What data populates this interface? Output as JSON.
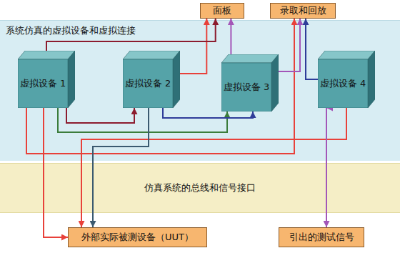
{
  "diagram": {
    "nodes": [
      {
        "text": [
          "面板"
        ]
      },
      {
        "text": [
          "录取和回放"
        ]
      },
      {
        "text": [
          "系统仿真的虚拟设备和虚拟连接"
        ]
      },
      {
        "text": [
          "虚拟设备 1"
        ],
        "in": 2
      },
      {
        "text": [
          "虚拟设备 2"
        ],
        "in": 2
      },
      {
        "text": [
          "虚拟设备 3"
        ],
        "in": 2
      },
      {
        "text": [
          "虚拟设备 4"
        ],
        "in": 2
      },
      {
        "text": [
          "仿真系统的总线和信号接口"
        ]
      },
      {
        "text": [
          "外部实际被测设备（UUT）"
        ]
      },
      {
        "text": [
          "引出的测试信号"
        ]
      }
    ],
    "edges": [
      {
        "from": 3,
        "to": 8,
        "arrow": "to"
      },
      {
        "from": 3,
        "to": 4,
        "arrow": "to"
      },
      {
        "from": 3,
        "to": 5,
        "arrow": "to"
      },
      {
        "from": 4,
        "to": 5,
        "arrow": "to"
      },
      {
        "from": 6,
        "to": 8,
        "arrow": "to"
      },
      {
        "from": 4,
        "to": 0,
        "arrow": "to"
      },
      {
        "from": 5,
        "to": 0,
        "arrow": "to"
      },
      {
        "from": 3,
        "to": 0,
        "arrow": "to"
      },
      {
        "from": 3,
        "to": 1,
        "arrow": "to"
      },
      {
        "from": 5,
        "to": 1,
        "arrow": "to"
      },
      {
        "from": 6,
        "to": 1,
        "arrow": "to"
      },
      {
        "from": 6,
        "to": 9,
        "arrow": "both"
      },
      {
        "from": 4,
        "to": 8,
        "arrow": "to"
      }
    ]
  }
}
